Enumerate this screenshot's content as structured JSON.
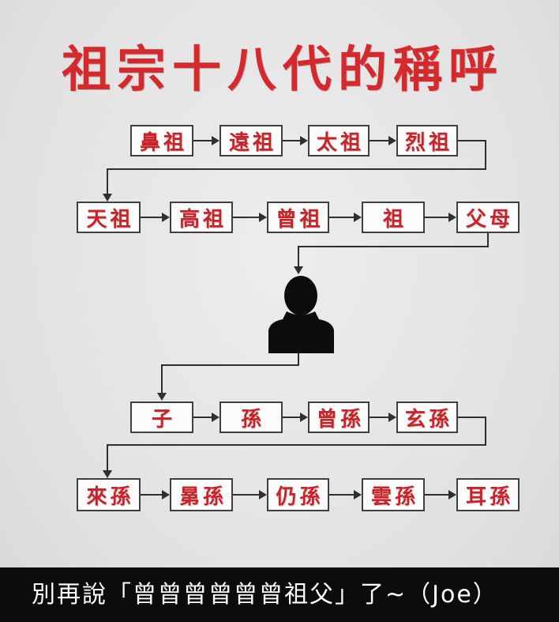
{
  "title": "祖宗十八代的稱呼",
  "diagram": {
    "ancestors": [
      [
        "鼻祖",
        "遠祖",
        "太祖",
        "烈祖"
      ],
      [
        "天祖",
        "高祖",
        "曾祖",
        "祖",
        "父母"
      ]
    ],
    "self_icon": "person-silhouette-icon",
    "descendants": [
      [
        "子",
        "孫",
        "曾孫",
        "玄孫"
      ],
      [
        "來孫",
        "晜孫",
        "仍孫",
        "雲孫",
        "耳孫"
      ]
    ]
  },
  "caption": "別再說「曾曾曾曾曾曾祖父」了~（Joe）",
  "colors": {
    "title_red": "#d42a2e",
    "node_text_red": "#c9232a",
    "node_border": "#3f3f3f",
    "connector": "#2f2f2f",
    "background": "#e3e3e3",
    "silhouette": "#0d0d0d",
    "caption_bar": "#0c0c0c",
    "caption_text": "#ffffff"
  }
}
